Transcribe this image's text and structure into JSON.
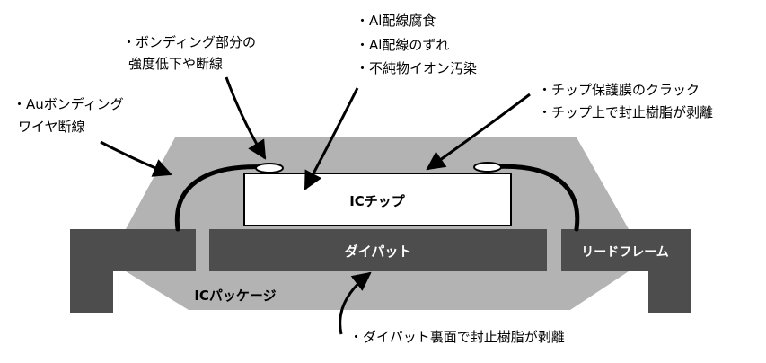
{
  "diagram": {
    "labels": {
      "chip": "ICチップ",
      "die_pad": "ダイパット",
      "lead_frame": "リードフレーム",
      "package": "ICパッケージ"
    },
    "callouts": {
      "au_wire": [
        "・Auボンディング",
        "ワイヤ断線"
      ],
      "bonding": [
        "・ボンディング部分の",
        "強度低下や断線"
      ],
      "al_wiring": [
        "・Al配線腐食",
        "・Al配線のずれ",
        "・不純物イオン汚染"
      ],
      "chip_protect": [
        "・チップ保護膜のクラック",
        "・チップ上で封止樹脂が剥離"
      ],
      "die_pad_back": "・ダイパット裏面で封止樹脂が剥離"
    },
    "colors": {
      "package_fill": "#b3b3b3",
      "metal_fill": "#4d4d4d",
      "chip_fill": "#ffffff",
      "line": "#000000"
    }
  }
}
